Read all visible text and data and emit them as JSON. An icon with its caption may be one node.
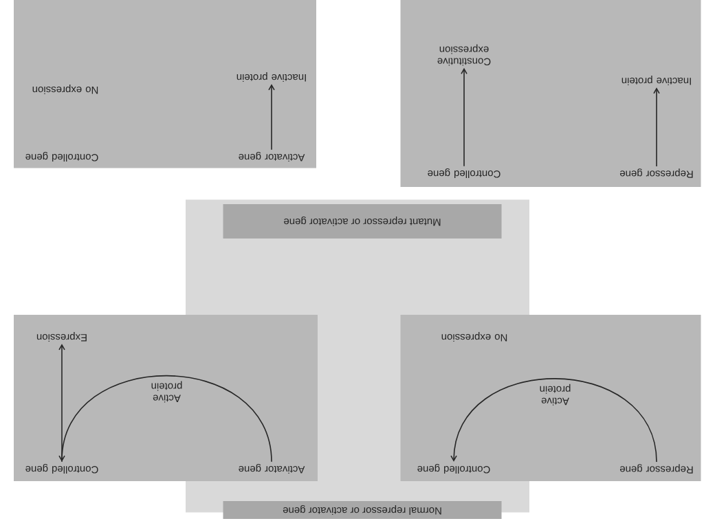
{
  "diagram": {
    "nodes": [
      {
        "text": [],
        "shape": "box"
      },
      {
        "text": [],
        "shape": "box"
      },
      {
        "text": [
          "Activator gene"
        ],
        "in": 1
      },
      {
        "text": [
          "Inactive protein"
        ],
        "in": 1
      },
      {
        "text": [
          "Controlled gene"
        ],
        "in": 1
      },
      {
        "text": [
          "No expression"
        ],
        "in": 1
      },
      {
        "text": [],
        "shape": "box"
      },
      {
        "text": [
          "Repressor gene"
        ],
        "in": 6
      },
      {
        "text": [
          "Inactive protein"
        ],
        "in": 6
      },
      {
        "text": [
          "Controlled gene"
        ],
        "in": 6
      },
      {
        "text": [
          "Constitutive expression"
        ],
        "in": 6
      },
      {
        "text": [
          "Mutant repressor or activator gene"
        ],
        "in": 0
      },
      {
        "text": [],
        "shape": "box"
      },
      {
        "text": [
          "Activator gene"
        ]
      },
      {
        "text": [
          "Controlled gene"
        ],
        "in": 12
      },
      {
        "text": [
          "Expression"
        ],
        "in": 12
      },
      {
        "text": [],
        "shape": "box"
      },
      {
        "text": [
          "Repressor gene"
        ],
        "in": 16
      },
      {
        "text": [
          "Controlled gene"
        ]
      },
      {
        "text": [
          "No expression"
        ]
      },
      {
        "text": [
          "Normal repressor or activator gene"
        ],
        "in": 0
      }
    ],
    "edges": [
      {
        "from": 2,
        "to": 3,
        "arrow": "to"
      },
      {
        "from": 7,
        "to": 8,
        "arrow": "to"
      },
      {
        "from": 9,
        "to": 10,
        "arrow": "to"
      },
      {
        "from": 13,
        "to": 14,
        "arrow": "to",
        "label": "Active protein"
      },
      {
        "from": 14,
        "to": 15,
        "arrow": "to"
      },
      {
        "from": 17,
        "to": 18,
        "arrow": "to",
        "label": "Active protein"
      }
    ]
  }
}
